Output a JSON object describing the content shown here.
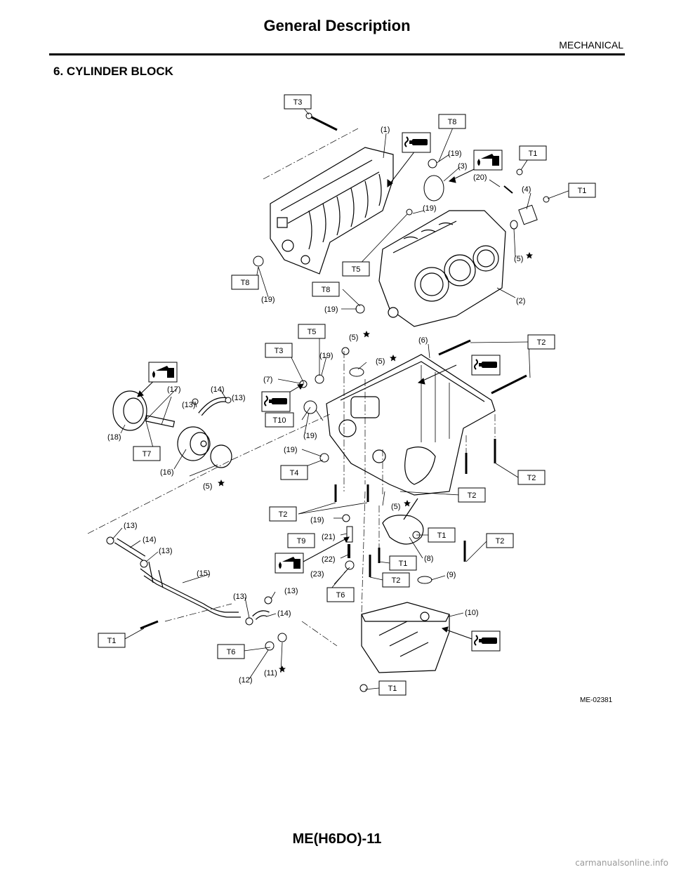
{
  "header": {
    "title": "General Description",
    "section": "MECHANICAL"
  },
  "heading": "6. CYLINDER BLOCK",
  "torque_boxes": [
    {
      "id": "t3a",
      "label": "T3"
    },
    {
      "id": "t8a",
      "label": "T8"
    },
    {
      "id": "t1a",
      "label": "T1"
    },
    {
      "id": "t1b",
      "label": "T1"
    },
    {
      "id": "t5a",
      "label": "T5"
    },
    {
      "id": "t8b",
      "label": "T8"
    },
    {
      "id": "t8c",
      "label": "T8"
    },
    {
      "id": "t5b",
      "label": "T5"
    },
    {
      "id": "t3b",
      "label": "T3"
    },
    {
      "id": "t2a",
      "label": "T2"
    },
    {
      "id": "t10",
      "label": "T10"
    },
    {
      "id": "t7",
      "label": "T7"
    },
    {
      "id": "t4",
      "label": "T4"
    },
    {
      "id": "t2b",
      "label": "T2"
    },
    {
      "id": "t2c",
      "label": "T2"
    },
    {
      "id": "t2d",
      "label": "T2"
    },
    {
      "id": "t1c",
      "label": "T1"
    },
    {
      "id": "t9",
      "label": "T9"
    },
    {
      "id": "t2e",
      "label": "T2"
    },
    {
      "id": "t1d",
      "label": "T1"
    },
    {
      "id": "t2f",
      "label": "T2"
    },
    {
      "id": "t6a",
      "label": "T6"
    },
    {
      "id": "t1e",
      "label": "T1"
    },
    {
      "id": "t6b",
      "label": "T6"
    },
    {
      "id": "t1f",
      "label": "T1"
    }
  ],
  "callouts": [
    {
      "id": "c1",
      "label": "(1)"
    },
    {
      "id": "c19a",
      "label": "(19)"
    },
    {
      "id": "c3",
      "label": "(3)"
    },
    {
      "id": "c20",
      "label": "(20)"
    },
    {
      "id": "c4",
      "label": "(4)"
    },
    {
      "id": "c19b",
      "label": "(19)"
    },
    {
      "id": "c5a",
      "label": "(5)"
    },
    {
      "id": "c19c",
      "label": "(19)"
    },
    {
      "id": "c2",
      "label": "(2)"
    },
    {
      "id": "c19d",
      "label": "(19)"
    },
    {
      "id": "c5b",
      "label": "(5)"
    },
    {
      "id": "c6",
      "label": "(6)"
    },
    {
      "id": "c19e",
      "label": "(19)"
    },
    {
      "id": "c5c",
      "label": "(5)"
    },
    {
      "id": "c7",
      "label": "(7)"
    },
    {
      "id": "c17",
      "label": "(17)"
    },
    {
      "id": "c14a",
      "label": "(14)"
    },
    {
      "id": "c13a",
      "label": "(13)"
    },
    {
      "id": "c13b",
      "label": "(13)"
    },
    {
      "id": "c18",
      "label": "(18)"
    },
    {
      "id": "c19f",
      "label": "(19)"
    },
    {
      "id": "c19g",
      "label": "(19)"
    },
    {
      "id": "c16",
      "label": "(16)"
    },
    {
      "id": "c5d",
      "label": "(5)"
    },
    {
      "id": "c5e",
      "label": "(5)"
    },
    {
      "id": "c19h",
      "label": "(19)"
    },
    {
      "id": "c13c",
      "label": "(13)"
    },
    {
      "id": "c21",
      "label": "(21)"
    },
    {
      "id": "c14b",
      "label": "(14)"
    },
    {
      "id": "c13d",
      "label": "(13)"
    },
    {
      "id": "c8",
      "label": "(8)"
    },
    {
      "id": "c22",
      "label": "(22)"
    },
    {
      "id": "c15",
      "label": "(15)"
    },
    {
      "id": "c23",
      "label": "(23)"
    },
    {
      "id": "c9",
      "label": "(9)"
    },
    {
      "id": "c13e",
      "label": "(13)"
    },
    {
      "id": "c13f",
      "label": "(13)"
    },
    {
      "id": "c14c",
      "label": "(14)"
    },
    {
      "id": "c10",
      "label": "(10)"
    },
    {
      "id": "c12",
      "label": "(12)"
    },
    {
      "id": "c11",
      "label": "(11)"
    }
  ],
  "figure_code": "ME-02381",
  "footer": "ME(H6DO)-11",
  "watermark": "carmanualsonline.info",
  "icons": {
    "sealant": "sealant-tube-icon",
    "oil": "oil-can-icon",
    "replace": "star-replace-icon"
  }
}
